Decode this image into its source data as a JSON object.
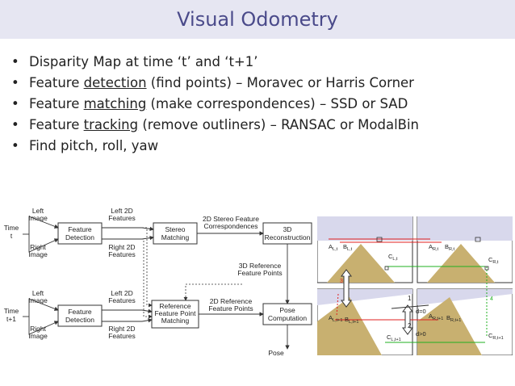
{
  "title": "Visual Odometry",
  "bullets": [
    {
      "pre": "Disparity Map at time ‘t’ and ‘t+1’",
      "u": "",
      "post": ""
    },
    {
      "pre": "Feature ",
      "u": "detection",
      "post": " (find points) – Moravec or Harris Corner"
    },
    {
      "pre": "Feature ",
      "u": "matching",
      "post": " (make correspondences) – SSD or SAD"
    },
    {
      "pre": "Feature ",
      "u": "tracking",
      "post": " (remove outliners) – RANSAC or ModalBin"
    },
    {
      "pre": "Find pitch, roll, yaw",
      "u": "",
      "post": ""
    }
  ],
  "flow": {
    "time_t": [
      "Time",
      "t"
    ],
    "time_t1": [
      "Time",
      "t+1"
    ],
    "left_image": [
      "Left",
      "Image"
    ],
    "right_image": [
      "Right",
      "Image"
    ],
    "feature_detection": [
      "Feature",
      "Detection"
    ],
    "left_2d_features": [
      "Left 2D",
      "Features"
    ],
    "right_2d_features": [
      "Right 2D",
      "Features"
    ],
    "stereo_matching": [
      "Stereo",
      "Matching"
    ],
    "stereo_corr": [
      "2D Stereo Feature",
      "Correspondences"
    ],
    "reconstruction": [
      "3D",
      "Reconstruction"
    ],
    "ref_3d": [
      "3D Reference",
      "Feature Points"
    ],
    "ref_2d": [
      "2D Reference",
      "Feature Points"
    ],
    "ref_matching": [
      "Reference",
      "Feature Point",
      "Matching"
    ],
    "pose_computation": [
      "Pose",
      "Computation"
    ],
    "pose": "Pose"
  },
  "geometry": {
    "top_left": {
      "a": "A",
      "a_sub": "L,t",
      "b": "B",
      "b_sub": "L,t",
      "c": "C",
      "c_sub": "L,t"
    },
    "top_right": {
      "a": "A",
      "a_sub": "R,t",
      "b": "B",
      "b_sub": "R,t",
      "c": "C",
      "c_sub": "R,t"
    },
    "bottom_left": {
      "a": "A",
      "a_sub": "L,t+1",
      "b": "B",
      "b_sub": "L,t+1",
      "c": "C",
      "c_sub": "L,t+1"
    },
    "bottom_right": {
      "a": "A",
      "a_sub": "R,t+1",
      "b": "B",
      "b_sub": "R,t+1",
      "c": "C",
      "c_sub": "R,t+1"
    },
    "markers": {
      "m1": "1",
      "m2": "2",
      "m3": "3",
      "m4": "4"
    },
    "labels": {
      "d_eq": "d=0",
      "d_gt": "d>0"
    }
  },
  "colors": {
    "title_text": "#4a4a8a",
    "title_bg": "#e6e6f2",
    "panel_bg": "#d8d8ec",
    "triangle": "#c8b070",
    "red": "#e02020",
    "green": "#20b020"
  }
}
